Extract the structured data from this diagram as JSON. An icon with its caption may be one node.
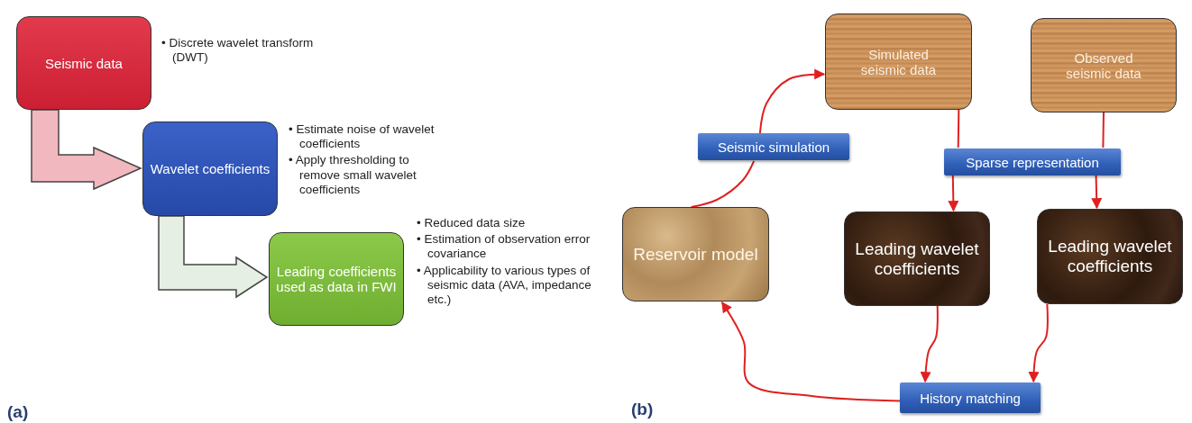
{
  "diagram": {
    "nodes": [
      {
        "text": [
          "Seismic data"
        ],
        "beside": [
          "• Discrete wavelet transform (DWT)"
        ]
      },
      {
        "text": [
          "Wavelet coefficients"
        ],
        "beside": [
          "• Estimate noise of wavelet coefficients",
          "• Apply thresholding to remove small wavelet coefficients"
        ]
      },
      {
        "text": [
          "Leading coefficients used as data in FWI"
        ],
        "beside": [
          "• Reduced data size",
          "• Estimation of observation error covariance",
          "• Applicability to various types of seismic data (AVA, impedance etc.)"
        ]
      },
      {
        "text": [
          "Simulated seismic data"
        ]
      },
      {
        "text": [
          "Observed seismic data"
        ]
      },
      {
        "text": [
          "Seismic simulation"
        ]
      },
      {
        "text": [
          "Sparse representation"
        ]
      },
      {
        "text": [
          "Reservoir model"
        ]
      },
      {
        "text": [
          "Leading wavelet coefficients"
        ]
      },
      {
        "text": [
          "Leading wavelet coefficients"
        ]
      },
      {
        "text": [
          "History matching"
        ]
      }
    ],
    "edges": [
      {
        "from": 0,
        "to": 1,
        "arrow": "to",
        "style": "thick",
        "color": "#f2b8bf"
      },
      {
        "from": 1,
        "to": 2,
        "arrow": "to",
        "style": "thick",
        "color": "#e6efe4"
      },
      {
        "from": 7,
        "to": 5,
        "arrow": "none"
      },
      {
        "from": 5,
        "to": 3,
        "arrow": "to"
      },
      {
        "from": 3,
        "to": 6,
        "arrow": "none"
      },
      {
        "from": 6,
        "to": 8,
        "arrow": "to"
      },
      {
        "from": 4,
        "to": 6,
        "arrow": "none"
      },
      {
        "from": 6,
        "to": 9,
        "arrow": "to"
      },
      {
        "from": 8,
        "to": 10,
        "arrow": "to"
      },
      {
        "from": 9,
        "to": 10,
        "arrow": "to"
      },
      {
        "from": 10,
        "to": 7,
        "arrow": "to"
      }
    ],
    "labels": [
      "(a)",
      "(b)"
    ]
  }
}
